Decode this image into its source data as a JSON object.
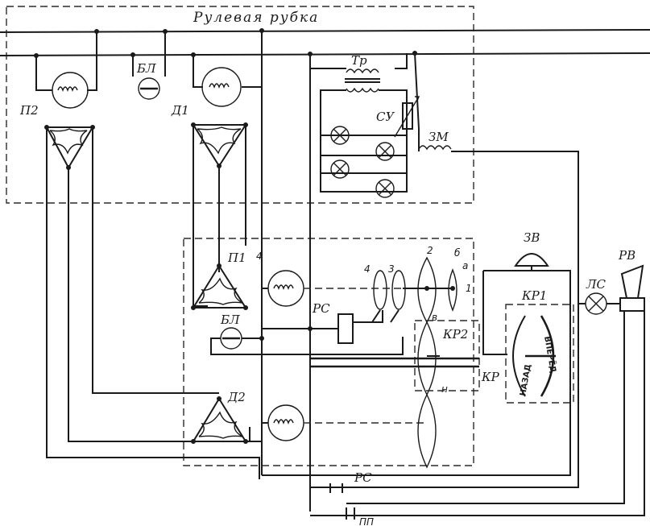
{
  "title": "Рулевая   рубка",
  "labels": {
    "p2": "П2",
    "bl_top": "БЛ",
    "d1": "Д1",
    "tr": "Тр",
    "su": "СУ",
    "zm": "ЗМ",
    "p1": "П1",
    "bl_bottom": "БЛ",
    "rs": "РС",
    "d2": "Д2",
    "zv": "ЗВ",
    "rv": "РВ",
    "ls": "ЛС",
    "kr1": "КР1",
    "kr2": "КР2",
    "kr": "КР",
    "n_contact": "4",
    "c2": "2",
    "c3": "3",
    "c4": "4",
    "c1": "1",
    "cb": "б",
    "ca": "а",
    "cv": "в",
    "cn": "н",
    "rs_bottom": "РС",
    "pp_bottom": "ПП"
  },
  "scale_marks": {
    "forward": "ВПЕРЁД",
    "back": "НАЗАД"
  }
}
